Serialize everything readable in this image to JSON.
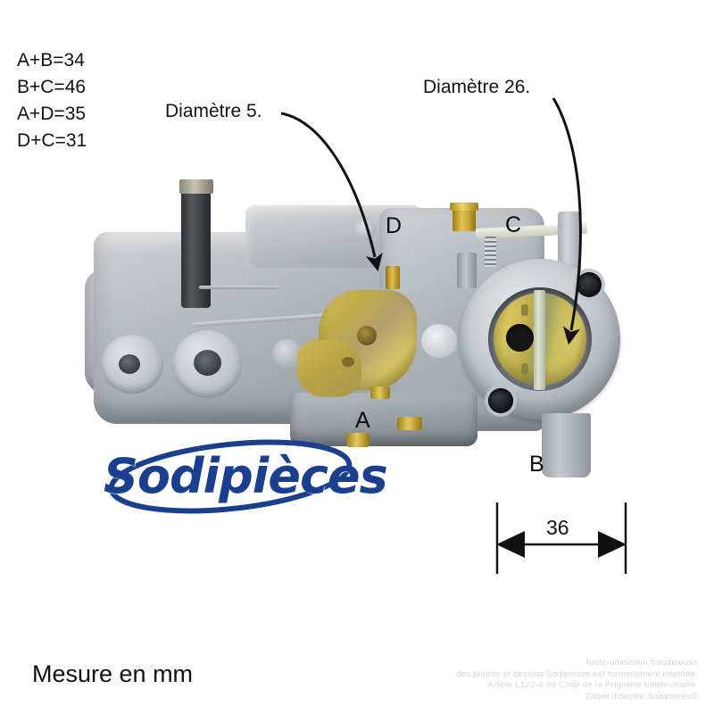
{
  "background_color": "#ffffff",
  "dimensions": {
    "title": "",
    "equations": [
      "A+B=34",
      "B+C=46",
      "A+D=35",
      "D+C=31"
    ]
  },
  "callouts": [
    {
      "id": "small-diameter",
      "label": "Diamètre 5."
    },
    {
      "id": "large-diameter",
      "label": "Diamètre 26."
    }
  ],
  "part_markers": [
    {
      "id": "d",
      "label": "D"
    },
    {
      "id": "c",
      "label": "C"
    },
    {
      "id": "a",
      "label": "A"
    },
    {
      "id": "b",
      "label": "B"
    }
  ],
  "width_dimension": {
    "value": "36"
  },
  "caption": {
    "text": "Mesure en mm"
  },
  "logo": {
    "text": "Sodipièces",
    "color": "#1b3f8f"
  },
  "legal_notice": {
    "line1": "Toute utilisation frauduleuse",
    "line2": "des photos et dessins Sodipièces est formellement interdite.",
    "line3": "Article L122-4 du Code de la Propriété Intellectuelle.",
    "line4": "Copie interdite Sodipièces©"
  },
  "product_photo": {
    "subject": "carburetor",
    "body_color": "#b0b6bb",
    "linkage_color": "#c6b254"
  }
}
